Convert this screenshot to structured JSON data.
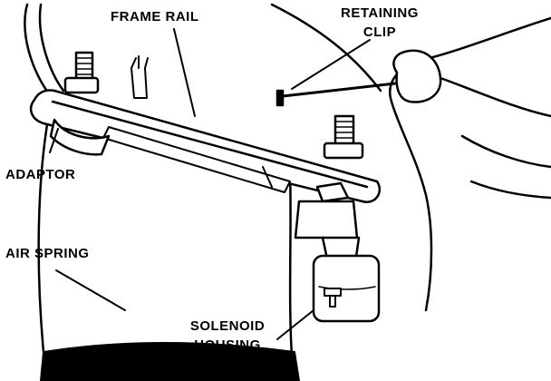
{
  "labels": {
    "frame_rail": "FRAME RAIL",
    "retaining_clip_line1": "RETAINING",
    "retaining_clip_line2": "CLIP",
    "adaptor": "ADAPTOR",
    "air_spring": "AIR SPRING",
    "solenoid_housing_line1": "SOLENOID",
    "solenoid_housing_line2": "HOUSING"
  }
}
